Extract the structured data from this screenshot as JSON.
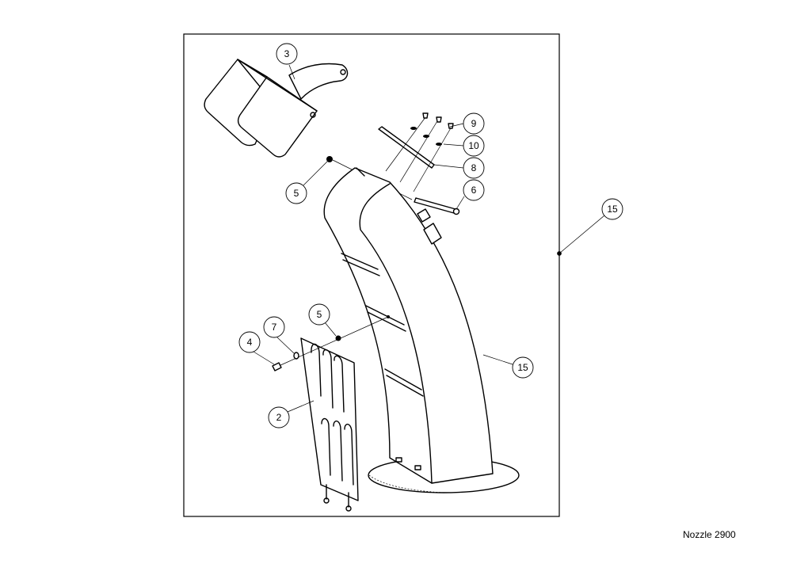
{
  "drawing": {
    "caption": "Nozzle 2900",
    "callouts": [
      "3",
      "9",
      "10",
      "8",
      "6",
      "5",
      "15",
      "5",
      "7",
      "4",
      "15",
      "2"
    ]
  }
}
